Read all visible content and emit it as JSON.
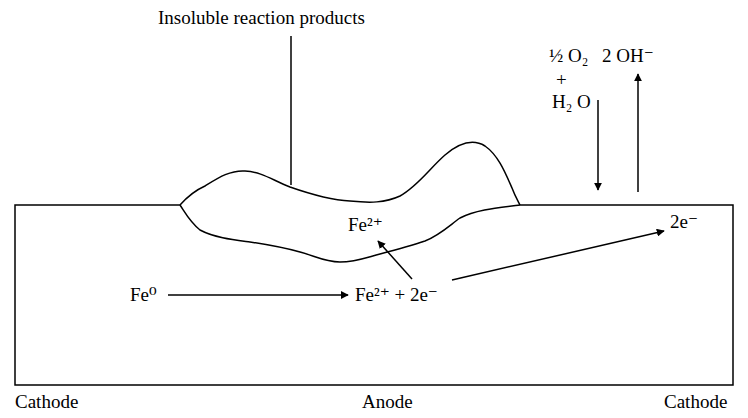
{
  "diagram": {
    "labels": [
      "Insoluble reaction products",
      "½ O₂",
      "2 OH⁻",
      "+",
      "H₂ O",
      "Fe²⁺",
      "2e⁻",
      "Fe⁰",
      "Fe²⁺ + 2e⁻",
      "Cathode",
      "Anode",
      "Cathode"
    ]
  }
}
